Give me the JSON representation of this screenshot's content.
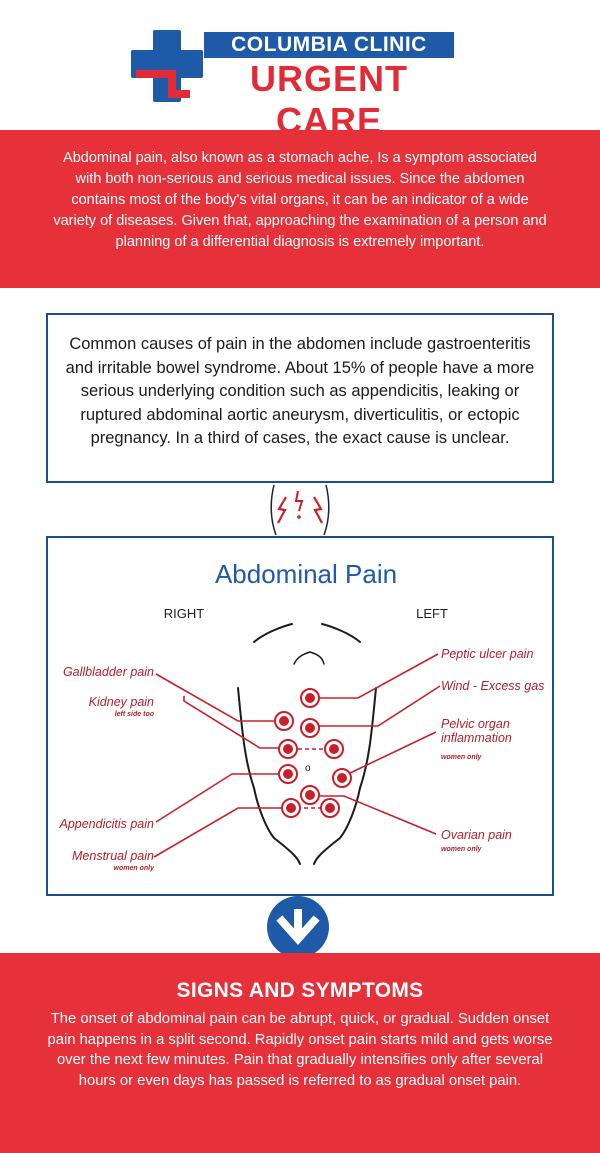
{
  "brand": {
    "name_top": "COLUMBIA CLINIC",
    "name_bottom": "URGENT CARE",
    "blue": "#1e5aa8",
    "red": "#e32b36"
  },
  "intro": {
    "text": "Abdominal pain, also known as a stomach ache, Is a symptom associated with both non-serious and serious medical issues. Since the abdomen contains most of the body's vital organs, it can be an indicator of a wide variety of diseases. Given that, approaching the examination of a person and planning of a differential diagnosis is extremely important."
  },
  "causes": {
    "text": "Common causes of pain in the abdomen include gastroenteritis and irritable bowel syndrome. About 15% of people have a more serious underlying condition such as appendicitis, leaking or ruptured abdominal aortic aneurysm, diverticulitis, or ectopic pregnancy. In a third of cases, the exact cause is unclear."
  },
  "diagram": {
    "title": "Abdominal Pain",
    "right_label": "RIGHT",
    "left_label": "LEFT",
    "labels": {
      "gallbladder": "Gallbladder pain",
      "kidney": "Kidney pain",
      "kidney_note": "left side too",
      "appendicitis": "Appendicitis pain",
      "menstrual": "Menstrual pain",
      "menstrual_note": "women only",
      "peptic": "Peptic ulcer pain",
      "wind": "Wind - Excess gas",
      "pelvic_1": "Pelvic organ",
      "pelvic_2": "inflammation",
      "pelvic_note": "women only",
      "ovarian": "Ovarian pain",
      "ovarian_note": "women only"
    },
    "accent": "#c8202b",
    "title_color": "#1e5aa8"
  },
  "symptoms": {
    "title": "SIGNS AND SYMPTOMS",
    "text": "The onset of abdominal pain can be abrupt, quick, or gradual. Sudden onset pain happens in a split second. Rapidly onset pain starts mild and gets worse over the next few minutes. Pain that gradually intensifies only after several hours or even days has passed is referred to as gradual onset pain."
  },
  "icons": {
    "logo": "medical-cross-icon",
    "pain": "pain-lightning-icon",
    "arrow": "down-arrow-icon"
  }
}
